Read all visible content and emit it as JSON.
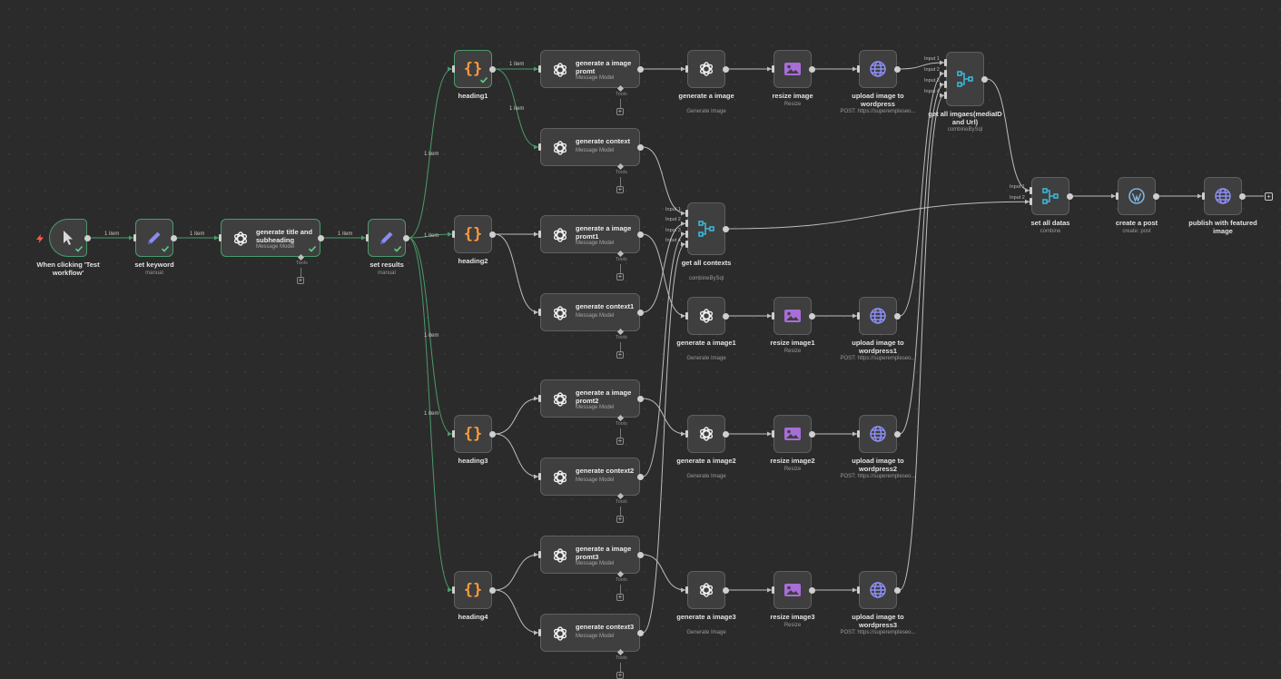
{
  "canvas": {
    "background": "#2b2b2b",
    "edge_color_success": "#4a9b6b",
    "edge_color": "#bdbdbd"
  },
  "nodes": {
    "trigger": {
      "label": "When clicking 'Test workflow'",
      "icon": "cursor-icon"
    },
    "set_keyword": {
      "label": "set keyword",
      "sub": "manual",
      "icon": "pencil-icon"
    },
    "gen_title": {
      "label": "generate title and subheading",
      "sub": "Message Model",
      "tools": "Tools",
      "icon": "openai-icon"
    },
    "set_results": {
      "label": "set results",
      "sub": "manual",
      "icon": "pencil-icon"
    },
    "heading1": {
      "label": "heading1",
      "icon": "code-icon"
    },
    "heading2": {
      "label": "heading2",
      "icon": "code-icon"
    },
    "heading3": {
      "label": "heading3",
      "icon": "code-icon"
    },
    "heading4": {
      "label": "heading4",
      "icon": "code-icon"
    },
    "gip": {
      "label": "generate a image promt",
      "sub": "Message Model",
      "tools": "Tools"
    },
    "gc": {
      "label": "generate context",
      "sub": "Message Model",
      "tools": "Tools"
    },
    "gip1": {
      "label": "generate a image promt1",
      "sub": "Message Model",
      "tools": "Tools"
    },
    "gc1": {
      "label": "generate context1",
      "sub": "Message Model",
      "tools": "Tools"
    },
    "gip2": {
      "label": "generate a image promt2",
      "sub": "Message Model",
      "tools": "Tools"
    },
    "gc2": {
      "label": "generate context2",
      "sub": "Message Model",
      "tools": "Tools"
    },
    "gip3": {
      "label": "generate a image promt3",
      "sub": "Message Model",
      "tools": "Tools"
    },
    "gc3": {
      "label": "generate context3",
      "sub": "Message Model",
      "tools": "Tools"
    },
    "gi": {
      "label": "generate a image",
      "sub": "Generate Image"
    },
    "gi1": {
      "label": "generate a image1",
      "sub": "Generate Image"
    },
    "gi2": {
      "label": "generate a image2",
      "sub": "Generate Image"
    },
    "gi3": {
      "label": "generate a image3",
      "sub": "Generate Image"
    },
    "ri": {
      "label": "resize image",
      "sub": "Resize"
    },
    "ri1": {
      "label": "resize image1",
      "sub": "Resize"
    },
    "ri2": {
      "label": "resize image2",
      "sub": "Resize"
    },
    "ri3": {
      "label": "resize image3",
      "sub": "Resize"
    },
    "up": {
      "label": "upload image to wordpress",
      "sub": "POST: https://superempleseo..."
    },
    "up1": {
      "label": "upload image to wordpress1",
      "sub": "POST: https://superempleseo..."
    },
    "up2": {
      "label": "upload image to wordpress2",
      "sub": "POST: https://superempleseo..."
    },
    "up3": {
      "label": "upload image to wordpress3",
      "sub": "POST: https://superempleseo..."
    },
    "get_contexts": {
      "label": "get all contexts",
      "sub": "combineBySql",
      "inputs": [
        "Input 1",
        "Input 2",
        "Input 3",
        "Input 4"
      ]
    },
    "get_images": {
      "label": "get all imgaes(mediaID and Url)",
      "sub": "combineBySql",
      "inputs": [
        "Input 1",
        "Input 2",
        "Input 3",
        "Input 4"
      ]
    },
    "set_all": {
      "label": "set all datas",
      "sub": "combine",
      "inputs": [
        "Input 1",
        "Input 2"
      ]
    },
    "create_post": {
      "label": "create a post",
      "sub": "create: post",
      "icon": "wordpress-icon"
    },
    "publish": {
      "label": "publish with featured image",
      "icon": "globe-icon"
    }
  },
  "edge_labels": {
    "e1": "1 item",
    "e2": "1 item",
    "e3": "1 item",
    "e4": "1 item",
    "e5": "1 item",
    "e6": "1 item",
    "e7": "1 item",
    "e8": "1 item",
    "e9": "1 item"
  }
}
